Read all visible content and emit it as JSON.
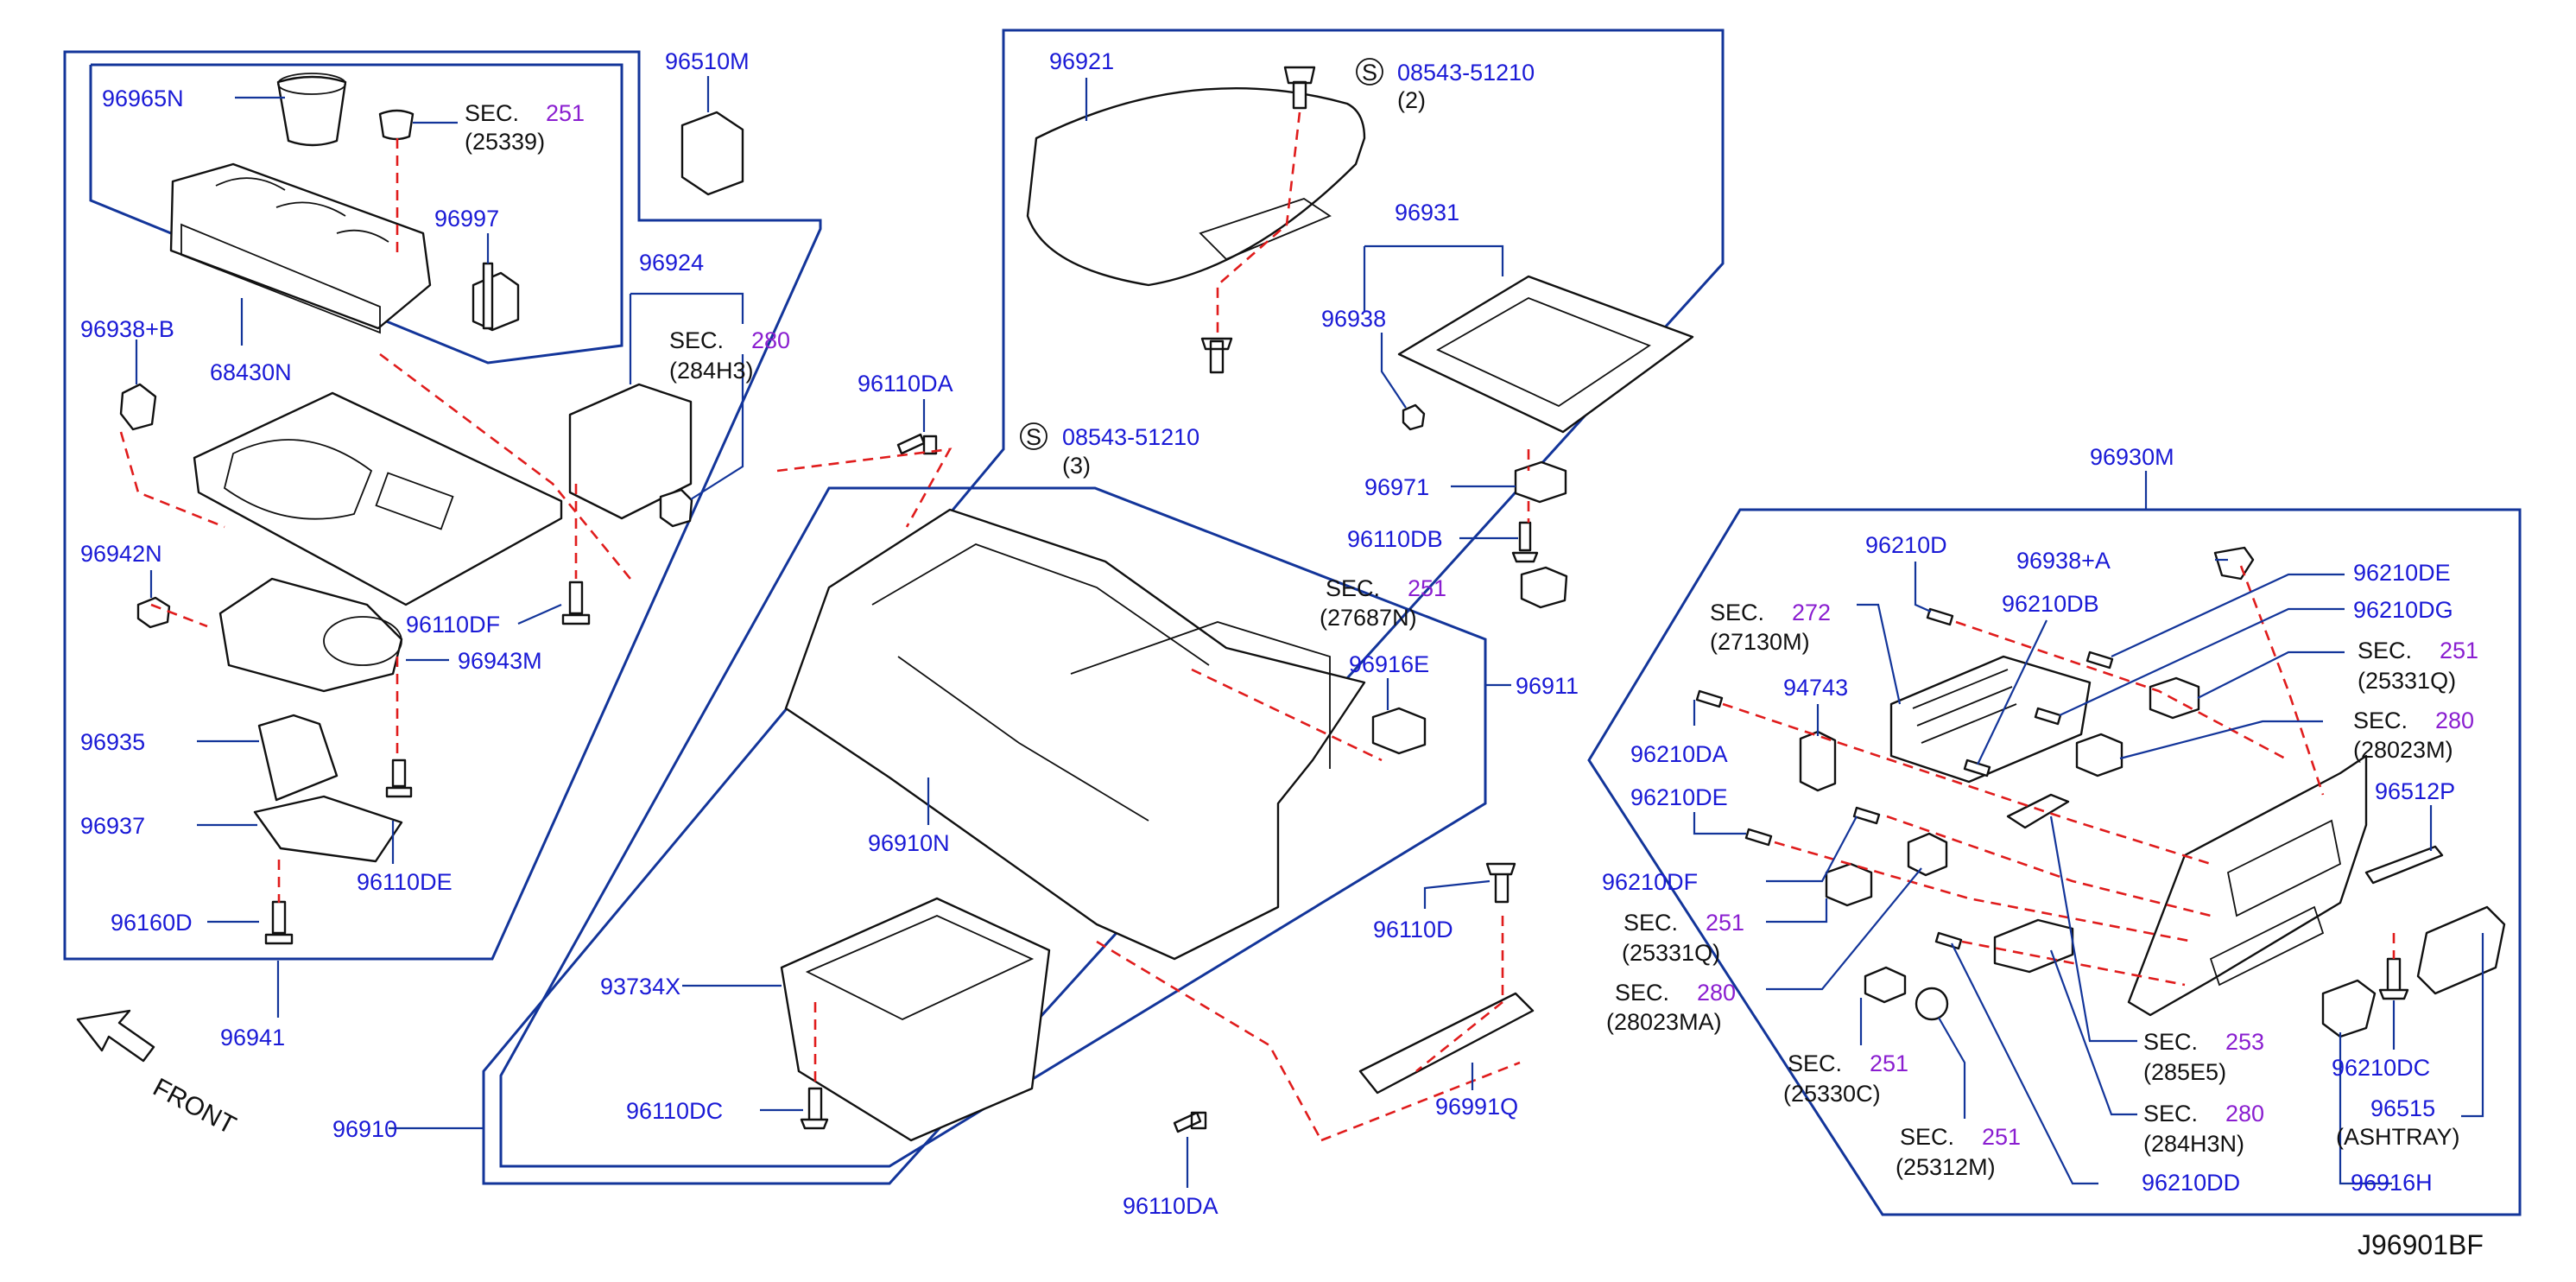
{
  "diagram": {
    "ref_code": "J96901BF",
    "front_label": "FRONT",
    "colors": {
      "part_number": "#1a1ad6",
      "section_number": "#8a1ed0",
      "dashed_line": "#e01c1c",
      "box_line": "#13359a"
    },
    "labels": {
      "p96965N": "96965N",
      "p68430N": "68430N",
      "p96997": "96997",
      "p96938B": "96938+B",
      "p96942N": "96942N",
      "p96943M": "96943M",
      "p96935": "96935",
      "p96937": "96937",
      "p96110DE": "96110DE",
      "p96160D": "96160D",
      "p96941": "96941",
      "p96510M": "96510M",
      "p96924": "96924",
      "p96110DF_l": "96110DF",
      "p96110DA_top": "96110DA",
      "p96921": "96921",
      "p96931": "96931",
      "p96938": "96938",
      "p96971": "96971",
      "p96110DB": "96110DB",
      "p96916E": "96916E",
      "p96911": "96911",
      "p96910N": "96910N",
      "p96910": "96910",
      "p93734X": "93734X",
      "p96110DC_l": "96110DC",
      "p96110D": "96110D",
      "p96991Q": "96991Q",
      "p96110DA_bot": "96110DA",
      "p96930M": "96930M",
      "p96210D": "96210D",
      "p96938A": "96938+A",
      "p96210DE_r": "96210DE",
      "p96210DG": "96210DG",
      "p96210DB": "96210DB",
      "p94743": "94743",
      "p96210DA": "96210DA",
      "p96210DE_l": "96210DE",
      "p96210DF": "96210DF",
      "p96512P": "96512P",
      "p96210DC": "96210DC",
      "p96515": "96515",
      "ashtray": "(ASHTRAY)",
      "p96916H": "96916H",
      "p96210DD": "96210DD"
    },
    "sections": [
      {
        "id": "s1",
        "sec": "SEC.",
        "num": "251",
        "code": "(25339)"
      },
      {
        "id": "s2",
        "sec": "SEC.",
        "num": "280",
        "code": "(284H3)"
      },
      {
        "id": "s3",
        "sec": "SEC.",
        "num": "251",
        "code": "(27687N)"
      },
      {
        "id": "s4",
        "sec": "SEC.",
        "num": "272",
        "code": "(27130M)"
      },
      {
        "id": "s5",
        "sec": "SEC.",
        "num": "251",
        "code": "(25331Q)"
      },
      {
        "id": "s6",
        "sec": "SEC.",
        "num": "280",
        "code": "(28023M)"
      },
      {
        "id": "s7",
        "sec": "SEC.",
        "num": "251",
        "code": "(25331Q)"
      },
      {
        "id": "s8",
        "sec": "SEC.",
        "num": "280",
        "code": "(28023MA)"
      },
      {
        "id": "s9",
        "sec": "SEC.",
        "num": "251",
        "code": "(25330C)"
      },
      {
        "id": "s10",
        "sec": "SEC.",
        "num": "251",
        "code": "(25312M)"
      },
      {
        "id": "s11",
        "sec": "SEC.",
        "num": "253",
        "code": "(285E5)"
      },
      {
        "id": "s12",
        "sec": "SEC.",
        "num": "280",
        "code": "(284H3N)"
      }
    ],
    "screws": [
      {
        "id": "sc1",
        "mark": "S",
        "part": "08543-51210",
        "qty": "(2)"
      },
      {
        "id": "sc2",
        "mark": "S",
        "part": "08543-51210",
        "qty": "(3)"
      }
    ]
  }
}
